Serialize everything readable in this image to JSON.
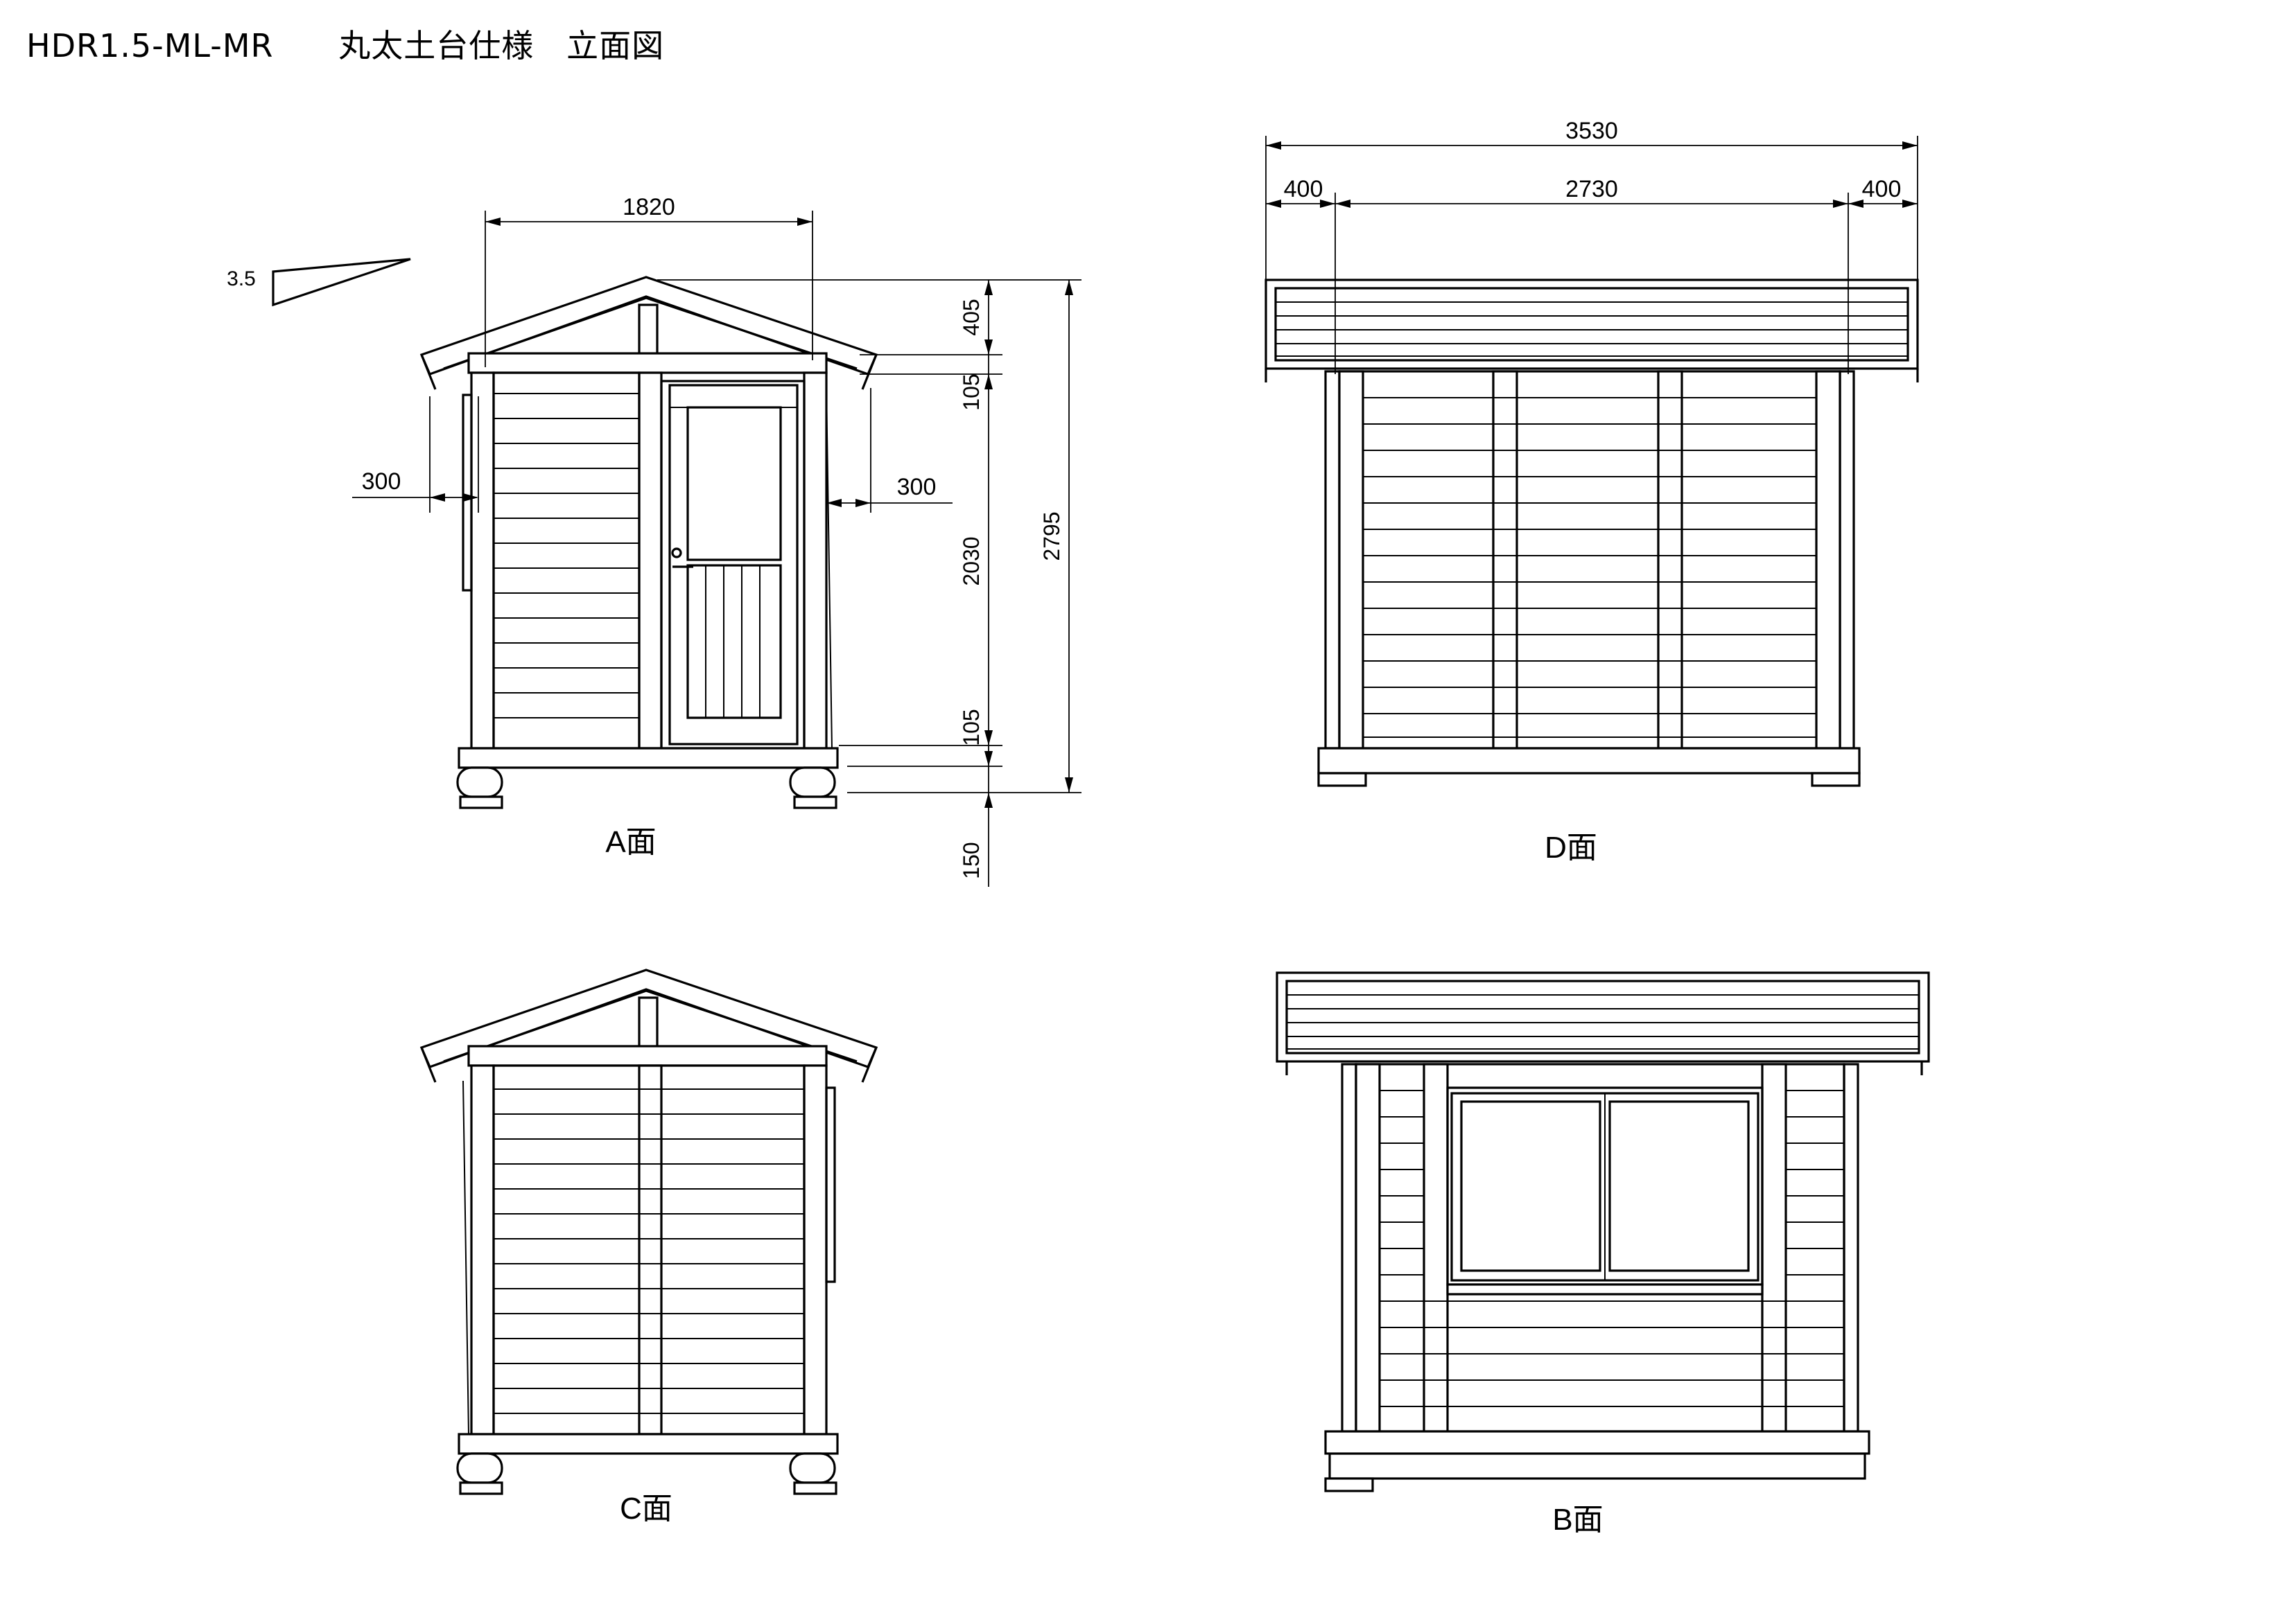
{
  "title": {
    "model": "HDR1.5-ML-MR",
    "spec": "丸太土台仕様",
    "sheet": "立面図"
  },
  "views": {
    "a": "A面",
    "b": "B面",
    "c": "C面",
    "d": "D面"
  },
  "dimensions": {
    "roof_pitch": "3.5",
    "a_width": "1820",
    "a_eave_left": "300",
    "a_eave_right": "300",
    "a_roof_height": "405",
    "a_top_band": "105",
    "a_wall_height": "2030",
    "a_sill_height": "105",
    "a_foundation_height": "150",
    "a_total_height": "2795",
    "d_total_width": "3530",
    "d_overhang_left": "400",
    "d_body_width": "2730",
    "d_overhang_right": "400"
  }
}
